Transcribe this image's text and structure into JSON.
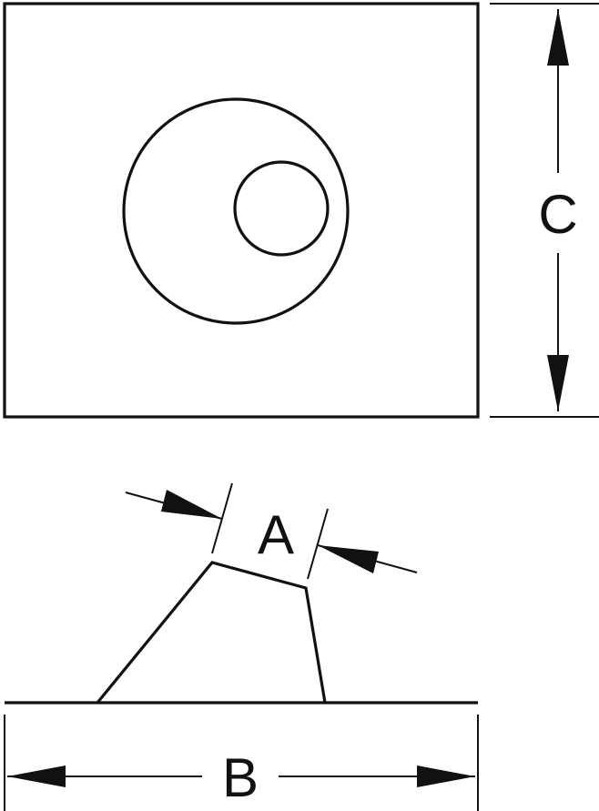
{
  "diagram": {
    "labels": {
      "height": "C",
      "base_width": "B",
      "top_width": "A"
    },
    "colors": {
      "line": "#111111",
      "background": "#ffffff"
    }
  }
}
